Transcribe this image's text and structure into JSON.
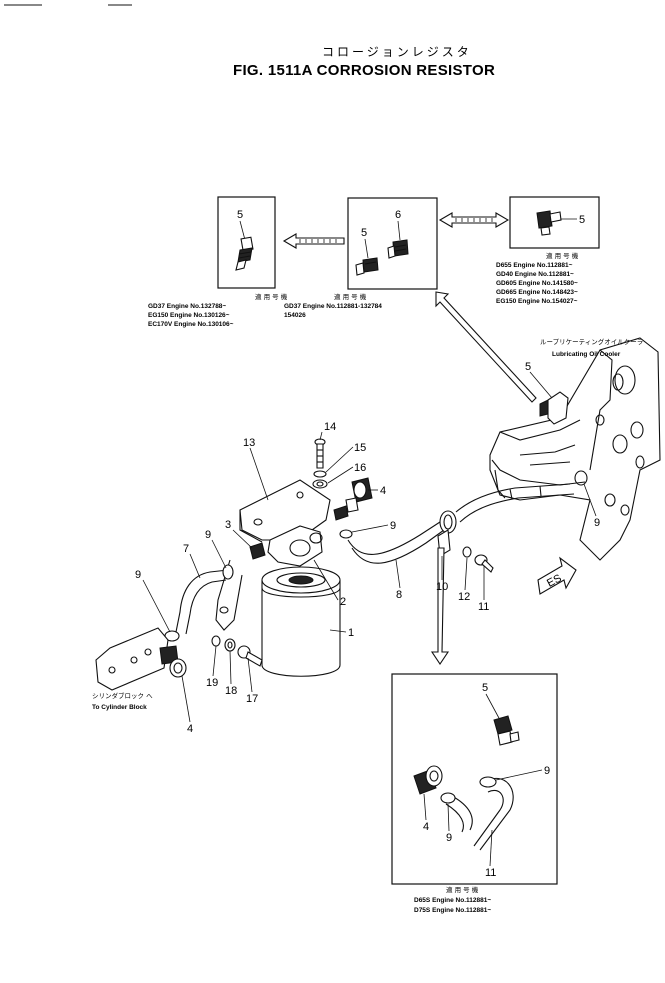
{
  "title": {
    "kana": "コロージョンレジスタ",
    "main": "FIG. 1511A  CORROSION RESISTOR"
  },
  "callouts": {
    "c1": "1",
    "c2": "2",
    "c3": "3",
    "c4a": "4",
    "c4b": "4",
    "c5_box1": "5",
    "c5_box2": "5",
    "c6_box2": "6",
    "c5_box3": "5",
    "c5_cooler": "5",
    "c7": "7",
    "c8": "8",
    "c9a": "9",
    "c9b": "9",
    "c9c": "9",
    "c9d": "9",
    "c10": "10",
    "c11": "11",
    "c12": "12",
    "c13": "13",
    "c14": "14",
    "c15": "15",
    "c16": "16",
    "c17": "17",
    "c18": "18",
    "c19": "19",
    "c5_bottom": "5",
    "c4_bottom": "4",
    "c9_bottom_a": "9",
    "c9_bottom_b": "9",
    "c11_bottom": "11"
  },
  "labels": {
    "cooler_jp": "ループリケーティングオイルクーラ",
    "cooler_en": "Lubricating Oil Cooler",
    "cylinder_jp": "シリンダブロック へ",
    "cylinder_en": "To Cylinder Block",
    "direction_mark": "ES"
  },
  "applicability_left": {
    "header": "適 用 号 機",
    "rows": [
      "GD37  Engine No.132788~",
      "EG150  Engine No.130126~",
      "EC170V  Engine No.130106~"
    ]
  },
  "applicability_mid": {
    "header": "適 用 号 機",
    "rows": [
      "GD37  Engine No.112881-132784",
      "154026"
    ]
  },
  "applicability_right": {
    "header": "適 用 号 機",
    "rows": [
      "D655  Engine No.112881~",
      "GD40  Engine No.112881~",
      "GD605  Engine No.141580~",
      "GD665  Engine No.148423~",
      "EG150  Engine No.154027~"
    ]
  },
  "applicability_bottom": {
    "header": "適 用 号 機",
    "rows": [
      "D65S  Engine No.112881~",
      "D75S  Engine No.112881~"
    ]
  }
}
